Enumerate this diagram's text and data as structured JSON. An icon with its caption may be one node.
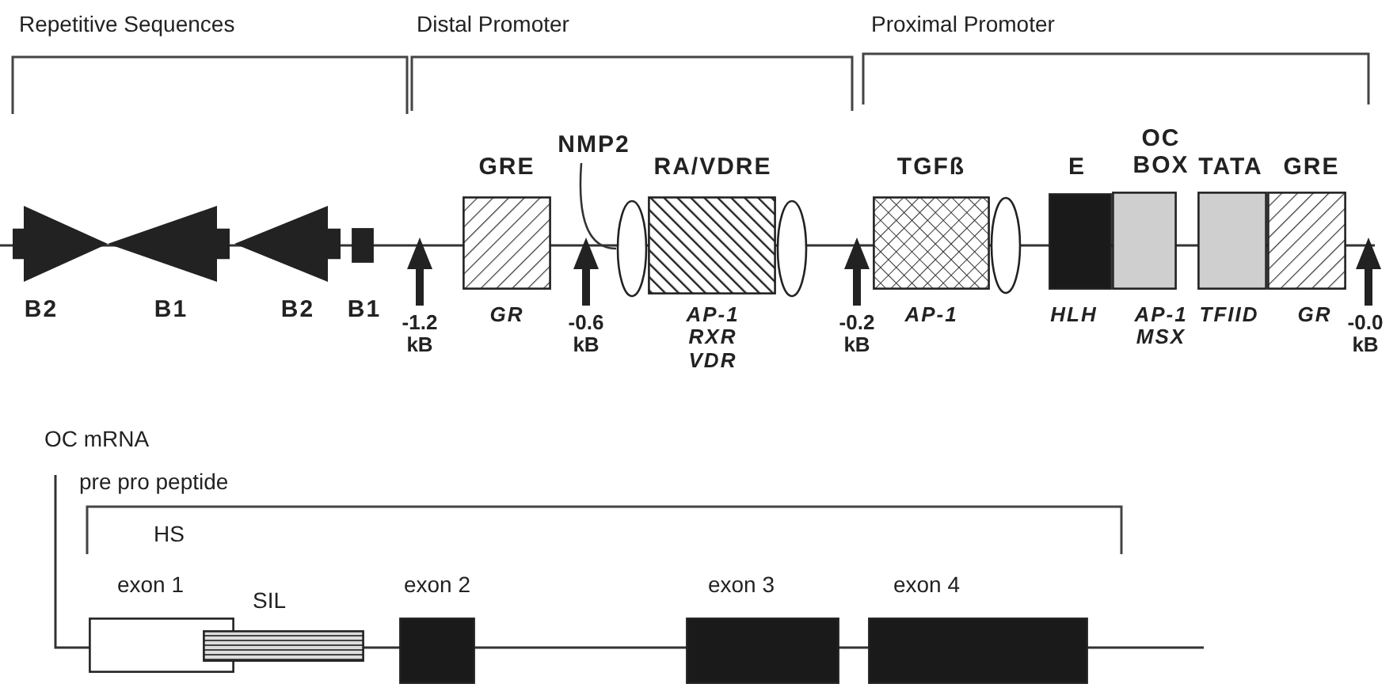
{
  "diagram": {
    "nodes": [
      {
        "text": [
          "B2"
        ]
      },
      {
        "text": [
          "B1"
        ]
      },
      {
        "text": [
          "B2"
        ]
      },
      {
        "text": [
          "B1"
        ]
      },
      {
        "text": [
          "GRE",
          "GR"
        ]
      },
      {
        "text": [
          "NMP2"
        ]
      },
      {
        "text": [],
        "shape": "ellipse"
      },
      {
        "text": [
          "RA/VDRE",
          "AP-1 RXR VDR"
        ]
      },
      {
        "text": [],
        "shape": "ellipse"
      },
      {
        "text": [
          "TGFß",
          "AP-1"
        ]
      },
      {
        "text": [],
        "shape": "ellipse"
      },
      {
        "text": [
          "E",
          "HLH"
        ]
      },
      {
        "text": [
          "OC BOX",
          "AP-1 MSX"
        ]
      },
      {
        "text": [
          "TATA",
          "TFIID"
        ]
      },
      {
        "text": [
          "GRE",
          "GR"
        ]
      },
      {
        "text": [
          "exon 1"
        ]
      },
      {
        "text": [
          "SIL"
        ]
      },
      {
        "text": [
          "exon 2"
        ]
      },
      {
        "text": [
          "exon 3"
        ]
      },
      {
        "text": [
          "exon 4"
        ]
      },
      {
        "text": [
          "-1.2 kB"
        ]
      },
      {
        "text": [
          "-0.6 kB"
        ]
      },
      {
        "text": [
          "-0.2 kB"
        ]
      },
      {
        "text": [
          "-0.0 kB"
        ]
      }
    ],
    "edges": [
      {
        "from": 5,
        "to": 6,
        "arrow": "none"
      },
      {
        "from": 20,
        "to": null,
        "arrow": "to"
      },
      {
        "from": 21,
        "to": null,
        "arrow": "to"
      },
      {
        "from": 22,
        "to": null,
        "arrow": "to"
      },
      {
        "from": 23,
        "to": null,
        "arrow": "to"
      }
    ],
    "labels": [
      "Repetitive Sequences",
      "Distal Promoter",
      "Proximal Promoter",
      "OC mRNA",
      "pre pro peptide",
      "HS"
    ]
  }
}
